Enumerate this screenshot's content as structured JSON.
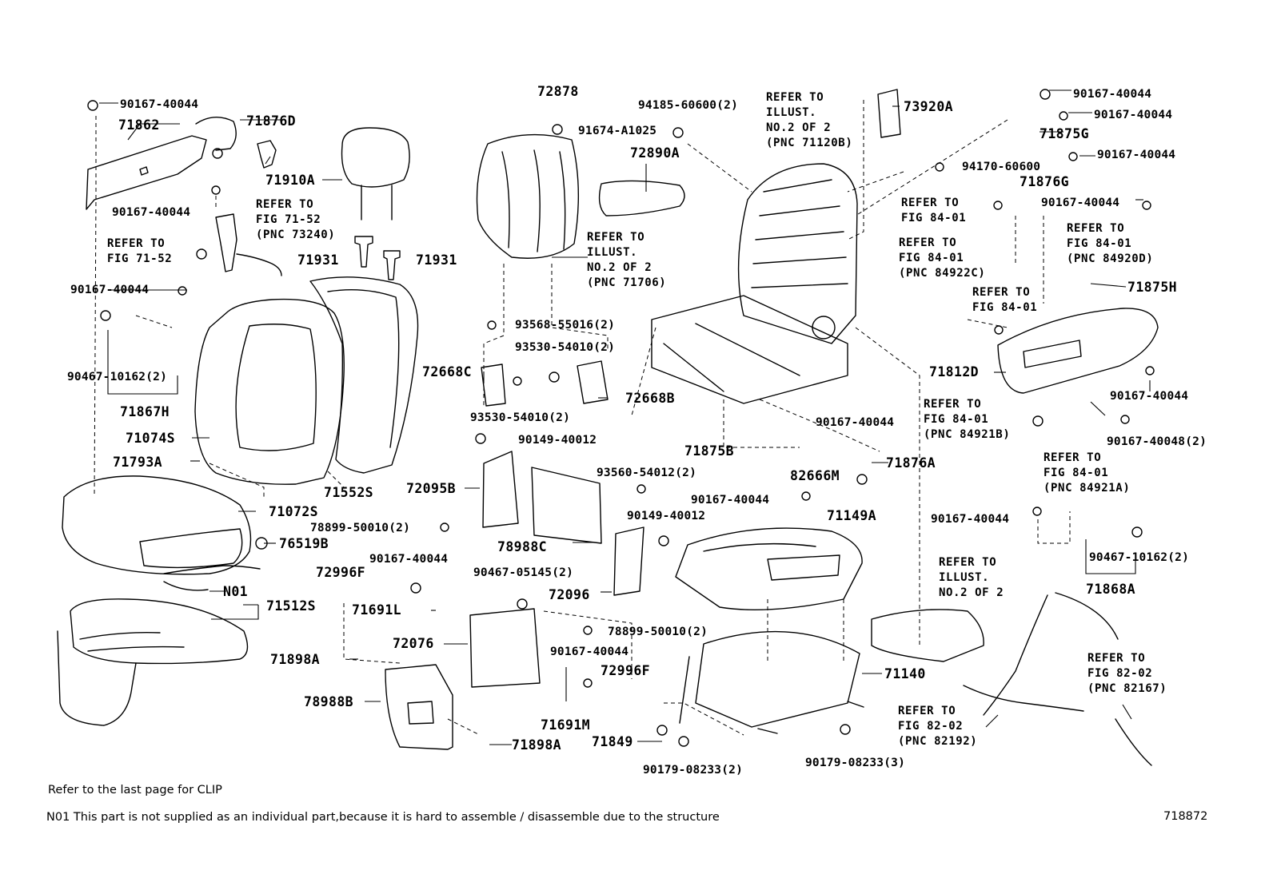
{
  "diagram_id": "718872",
  "notes": {
    "clip": "Refer to the last page for CLIP",
    "n01": "N01 This part is not supplied as an individual part,because it is hard to assemble / disassemble due to the structure"
  },
  "part_numbers": {
    "p01": "90167-40044",
    "p02": "71862",
    "p03": "71876D",
    "p04": "71910A",
    "p05": "90167-40044",
    "p06": "71931",
    "p07": "71931",
    "p08": "90167-40044",
    "p09": "90467-10162(2)",
    "p10": "71867H",
    "p11": "71074S",
    "p12": "71552S",
    "p13": "71793A",
    "p14": "71072S",
    "p15": "76519B",
    "p16": "N01",
    "p17": "71512S",
    "p18": "71898A",
    "p19": "78988B",
    "p20": "71898A",
    "p21": "72878",
    "p22": "91674-A1025",
    "p23": "72890A",
    "p24": "94185-60600(2)",
    "p25": "93568-55016(2)",
    "p26": "93530-54010(2)",
    "p27": "72668C",
    "p28": "72668B",
    "p29": "93530-54010(2)",
    "p30": "90149-40012",
    "p31": "72095B",
    "p32": "93560-54012(2)",
    "p33": "78899-50010(2)",
    "p34": "78988C",
    "p35": "90149-40012",
    "p36": "90167-40044",
    "p37": "72996F",
    "p38": "90467-05145(2)",
    "p39": "71691L",
    "p40": "72096",
    "p41": "72076",
    "p42": "78899-50010(2)",
    "p43": "90167-40044",
    "p44": "72996F",
    "p45": "71691M",
    "p46": "71849",
    "p47": "90179-08233(2)",
    "p48": "73920A",
    "p49": "90167-40044",
    "p50": "90167-40044",
    "p51": "71875G",
    "p52": "90167-40044",
    "p53": "94170-60600",
    "p54": "71876G",
    "p55": "90167-40044",
    "p56": "71875H",
    "p57": "71812D",
    "p58": "90167-40044",
    "p59": "90167-40048(2)",
    "p60": "90167-40044",
    "p61": "71875B",
    "p62": "82666M",
    "p63": "71876A",
    "p64": "90167-40044",
    "p65": "71149A",
    "p66": "90167-40044",
    "p67": "90467-10162(2)",
    "p68": "71868A",
    "p69": "71140",
    "p70": "90179-08233(3)"
  },
  "references": {
    "r01": [
      "REFER TO",
      "FIG 71-52",
      "(PNC 73240)"
    ],
    "r02": [
      "REFER TO",
      "FIG 71-52"
    ],
    "r03": [
      "REFER TO",
      "ILLUST.",
      "NO.2 OF 2",
      "(PNC 71706)"
    ],
    "r04": [
      "REFER TO",
      "ILLUST.",
      "NO.2 OF 2",
      "(PNC 71120B)"
    ],
    "r05": [
      "REFER TO",
      "FIG 84-01"
    ],
    "r06": [
      "REFER TO",
      "FIG 84-01",
      "(PNC 84922C)"
    ],
    "r07": [
      "REFER TO",
      "FIG 84-01",
      "(PNC 84920D)"
    ],
    "r08": [
      "REFER TO",
      "FIG 84-01"
    ],
    "r09": [
      "REFER TO",
      "FIG 84-01",
      "(PNC 84921B)"
    ],
    "r10": [
      "REFER TO",
      "FIG 84-01",
      "(PNC 84921A)"
    ],
    "r11": [
      "REFER TO",
      "ILLUST.",
      "NO.2 OF 2"
    ],
    "r12": [
      "REFER TO",
      "FIG 82-02",
      "(PNC 82167)"
    ],
    "r13": [
      "REFER TO",
      "FIG 82-02",
      "(PNC 82192)"
    ]
  }
}
